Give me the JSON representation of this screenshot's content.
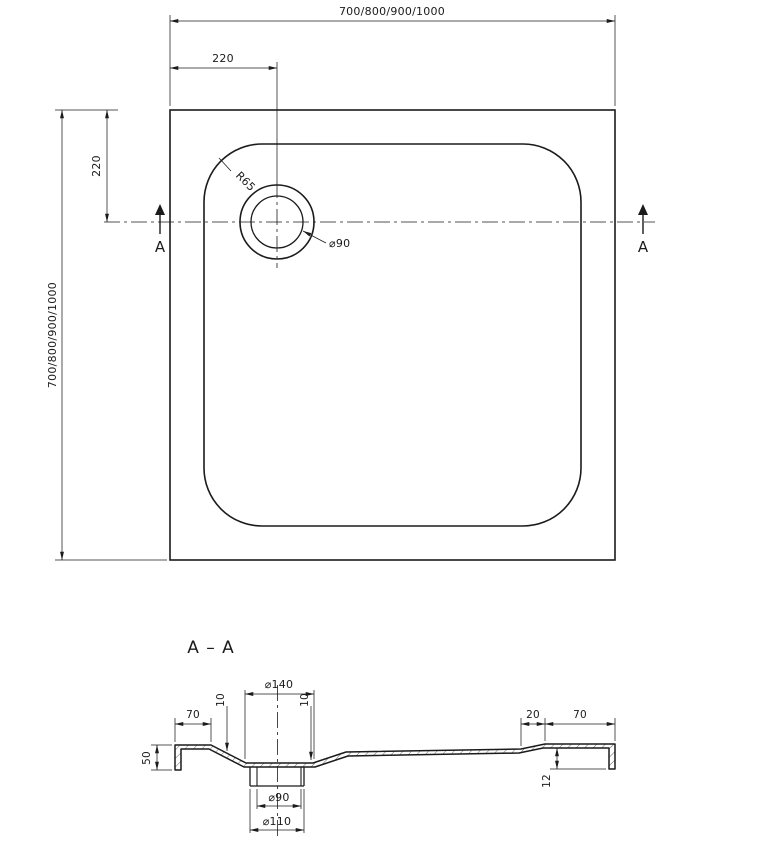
{
  "page": {
    "background": "#ffffff",
    "line_color": "#1b1b1b"
  },
  "top_view": {
    "width_dim": "700/800/900/1000",
    "height_dim": "700/800/900/1000",
    "drain_offset_horizontal": "220",
    "drain_offset_vertical": "220",
    "corner_radius": "R65",
    "drain_diameter": "⌀90",
    "section_marker_left": "A",
    "section_marker_right": "A"
  },
  "section_view": {
    "title": "A – A",
    "recess_opening_diameter": "⌀140",
    "left_rim_width": "70",
    "left_recess_depth": "10",
    "right_recess_depth": "10",
    "right_step_width": "20",
    "right_rim_width": "70",
    "overall_height": "50",
    "edge_lip_height": "12",
    "drain_hole_diameter": "⌀90",
    "drain_flange_diameter": "⌀110"
  }
}
